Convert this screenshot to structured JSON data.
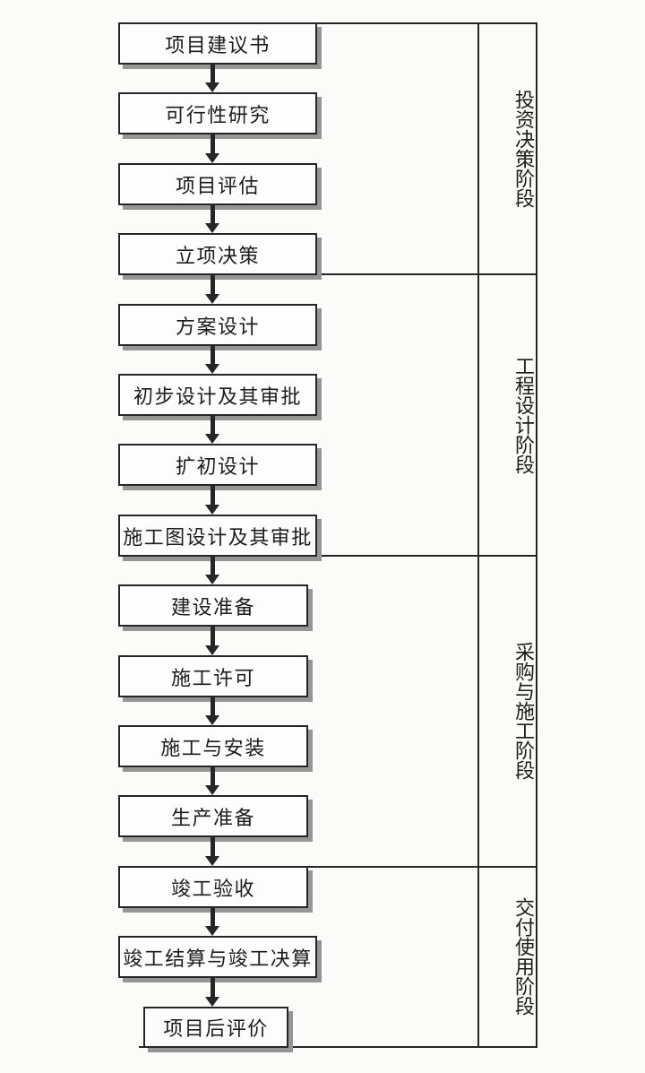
{
  "flow": {
    "steps": [
      {
        "label": "项目建议书"
      },
      {
        "label": "可行性研究"
      },
      {
        "label": "项目评估"
      },
      {
        "label": "立项决策"
      },
      {
        "label": "方案设计"
      },
      {
        "label": "初步设计及其审批"
      },
      {
        "label": "扩初设计"
      },
      {
        "label": "施工图设计及其审批"
      },
      {
        "label": "建设准备"
      },
      {
        "label": "施工许可"
      },
      {
        "label": "施工与安装"
      },
      {
        "label": "生产准备"
      },
      {
        "label": "竣工验收"
      },
      {
        "label": "竣工结算与竣工决算"
      },
      {
        "label": "项目后评价"
      }
    ],
    "connections": "sequential-top-to-bottom-arrows",
    "phases": [
      {
        "label": "投资决策阶段",
        "from_step": "项目建议书",
        "to_step": "立项决策"
      },
      {
        "label": "工程设计阶段",
        "from_step": "方案设计",
        "to_step": "施工图设计及其审批"
      },
      {
        "label": "采购与施工阶段",
        "from_step": "建设准备",
        "to_step": "生产准备"
      },
      {
        "label": "交付使用阶段",
        "from_step": "竣工验收",
        "to_step": "项目后评价"
      }
    ]
  },
  "colors": {
    "background": "#fbfbfa",
    "line": "#262626",
    "text": "#1c1c1c",
    "box_fill": "#fdfdfd",
    "box_shadow": "#969696"
  }
}
